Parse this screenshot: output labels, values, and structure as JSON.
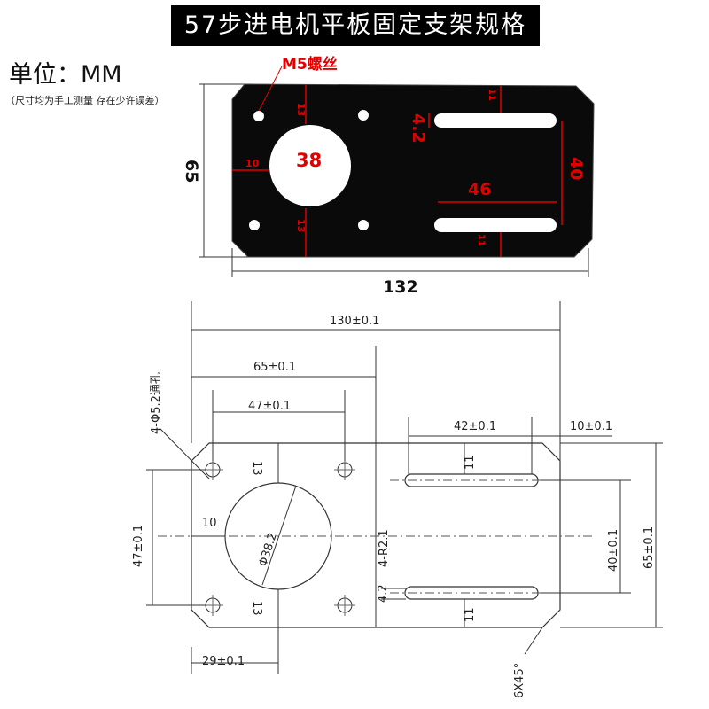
{
  "title": "57步进电机平板固定支架规格",
  "unit_label": "单位：MM",
  "note": "（尺寸均为手工测量 存在少许误差）",
  "photo_labels": {
    "screw": "M5螺丝",
    "hole_diameter": "38",
    "slot_width": "4.2",
    "slot_spacing": "40",
    "slot_length": "46",
    "height": "65",
    "width": "132",
    "top_offset": "13",
    "bottom_offset": "13",
    "edge_offset": "10",
    "slot_top_margin": "11",
    "slot_bottom_margin": "11"
  },
  "drawing_labels": {
    "overall_width": "130±0.1",
    "half_width": "65±0.1",
    "hole_spacing_x": "47±0.1",
    "slot_length": "42±0.1",
    "right_margin": "10±0.1",
    "through_hole": "4-Φ5.2通孔",
    "hole_spacing_y": "47±0.1",
    "left_edge": "10",
    "circle_diameter": "Φ38.2",
    "slot_radius": "4-R2.1",
    "slot_spacing": "40±0.1",
    "overall_height": "65±0.1",
    "top_13": "13",
    "bottom_13": "13",
    "slot_top_11": "11",
    "slot_bottom_11": "11",
    "bottom_offset": "29±0.1",
    "chamfer": "6X45°",
    "slot_width": "4.2"
  }
}
